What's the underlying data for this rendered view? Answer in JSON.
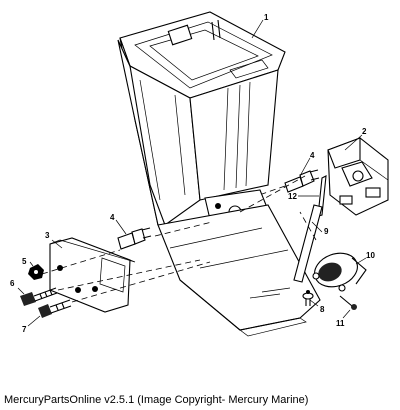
{
  "caption": "MercuryPartsOnline v2.5.1 (Image Copyright- Mercury Marine)",
  "callouts": {
    "c1": "1",
    "c2": "2",
    "c3": "3",
    "c4a": "4",
    "c4b": "4",
    "c5": "5",
    "c6": "6",
    "c7": "7",
    "c8": "8",
    "c9": "9",
    "c10": "10",
    "c11": "11",
    "c12": "12"
  }
}
